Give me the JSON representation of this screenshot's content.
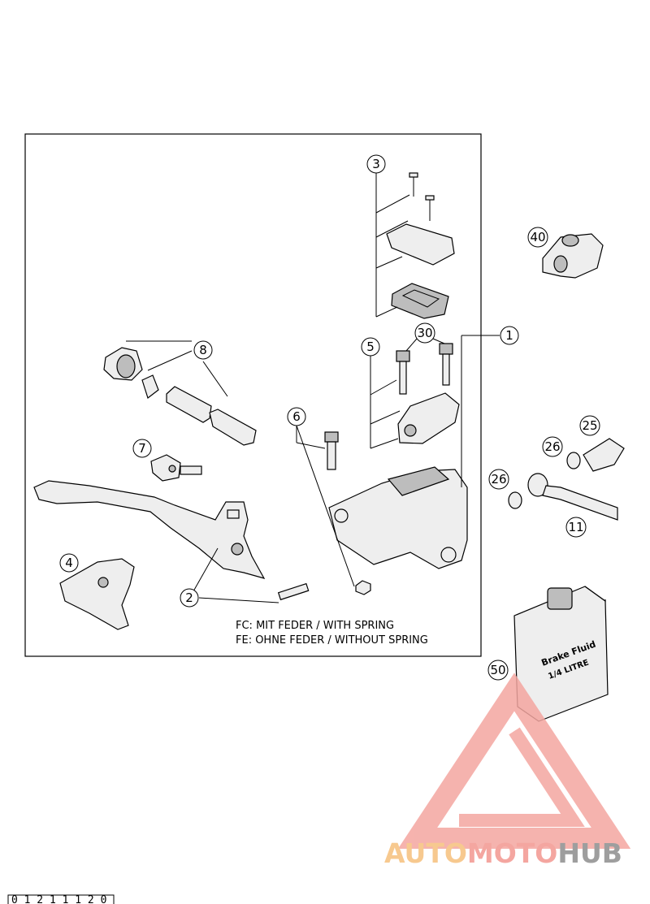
{
  "callouts": {
    "c1": "1",
    "c2": "2",
    "c3": "3",
    "c4": "4",
    "c5": "5",
    "c6": "6",
    "c7": "7",
    "c8": "8",
    "c11": "11",
    "c25": "25",
    "c26a": "26",
    "c26b": "26",
    "c30": "30",
    "c40": "40",
    "c50": "50"
  },
  "notes": {
    "fc": "FC:  MIT FEDER / WITH SPRING",
    "fe": "FE:  OHNE FEDER / WITHOUT SPRING"
  },
  "bottle": {
    "line1": "Brake Fluid",
    "line2": "1/4 LITRE"
  },
  "watermark": {
    "auto": "AUTO",
    "moto": "MOTO",
    "hub": "HUB",
    "color_auto": "#f7c98f",
    "color_moto": "#f4a6a0",
    "color_hub": "#9e9e9e",
    "triangle_color": "#f4a6a0"
  },
  "bottom_code": "0 1 2 1 1 1 2 0"
}
